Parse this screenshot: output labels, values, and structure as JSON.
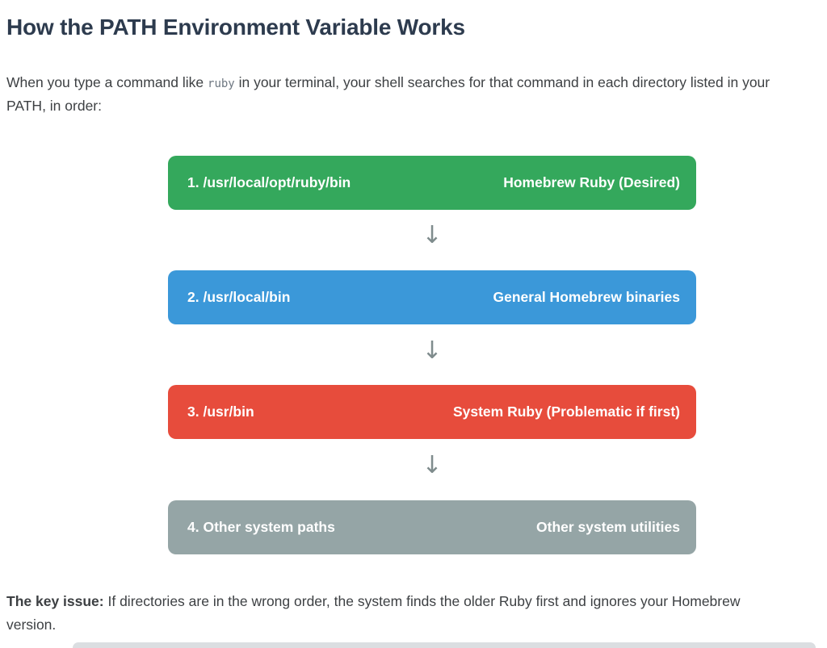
{
  "heading": "How the PATH Environment Variable Works",
  "intro": {
    "line1_before_code": "When you type a command like ",
    "code": "ruby",
    "line1_after_code": " in your terminal, your shell searches for that command in each directory listed in your",
    "line2": "PATH, in order:"
  },
  "diagram": {
    "arrow_glyph": "↓",
    "arrow_color": "#7f8c8d",
    "steps": [
      {
        "path": "1. /usr/local/opt/ruby/bin",
        "label": "Homebrew Ruby (Desired)",
        "color": "#34a85c"
      },
      {
        "path": "2. /usr/local/bin",
        "label": "General Homebrew binaries",
        "color": "#3b98d9"
      },
      {
        "path": "3. /usr/bin",
        "label": "System Ruby (Problematic if first)",
        "color": "#e74c3c"
      },
      {
        "path": "4. Other system paths",
        "label": "Other system utilities",
        "color": "#95a5a6"
      }
    ]
  },
  "key_issue": {
    "bold_prefix": "The key issue:",
    "line1_rest": " If directories are in the wrong order, the system finds the older Ruby first and ignores your Homebrew",
    "line2": "version."
  }
}
